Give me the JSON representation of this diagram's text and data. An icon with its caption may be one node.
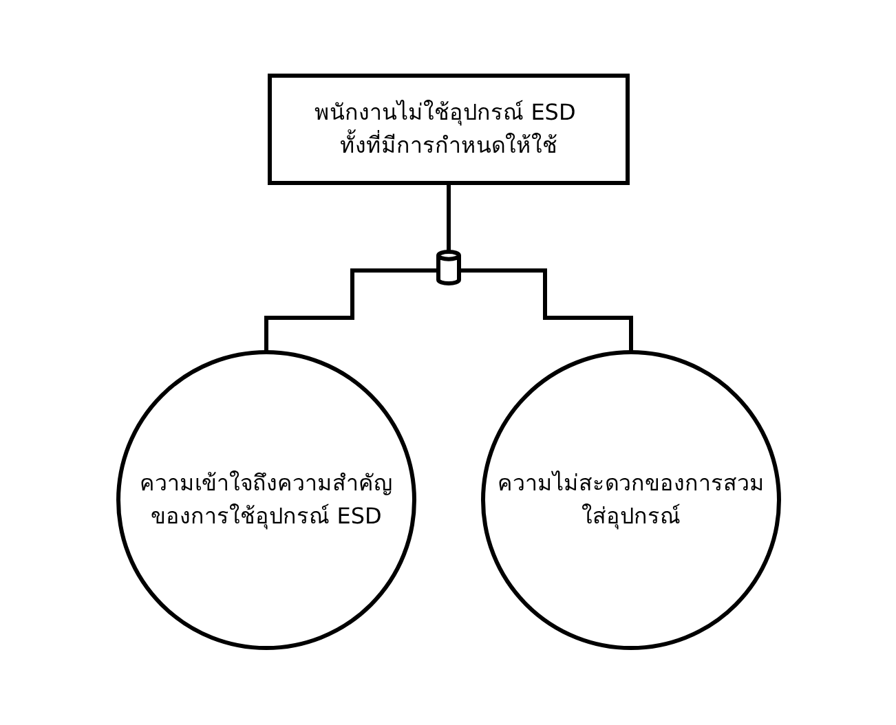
{
  "diagram": {
    "nodes": [
      {
        "text": [
          "พนักงานไม่ใช้อุปกรณ์ ESD ทั้งที่มีการกำหนดให้ใช้"
        ]
      },
      {
        "text": [],
        "shape": "gate"
      },
      {
        "text": [
          "ความเข้าใจถึงความสำคัญของการใช้อุปกรณ์ ESD"
        ]
      },
      {
        "text": [
          "ความไม่สะดวกของการสวมใส่อุปกรณ์"
        ]
      }
    ],
    "edges": [
      {
        "from": 0,
        "to": 1,
        "arrow": "none"
      },
      {
        "from": 1,
        "to": 2,
        "arrow": "none"
      },
      {
        "from": 1,
        "to": 3,
        "arrow": "none"
      }
    ]
  }
}
